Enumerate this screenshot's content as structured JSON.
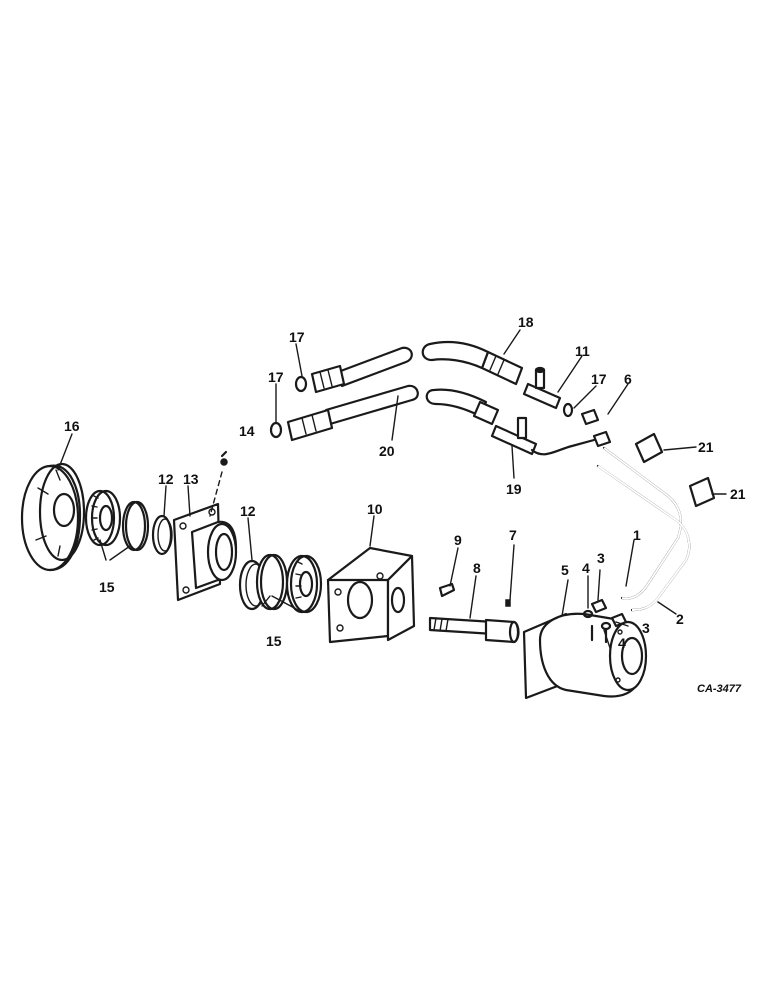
{
  "diagram": {
    "drawing_code": "CA-3477",
    "callouts": [
      "1",
      "2",
      "3",
      "3",
      "4",
      "4",
      "5",
      "6",
      "7",
      "8",
      "9",
      "10",
      "11",
      "12",
      "12",
      "13",
      "14",
      "15",
      "15",
      "16",
      "17",
      "17",
      "17",
      "18",
      "19",
      "20",
      "21",
      "21"
    ]
  }
}
